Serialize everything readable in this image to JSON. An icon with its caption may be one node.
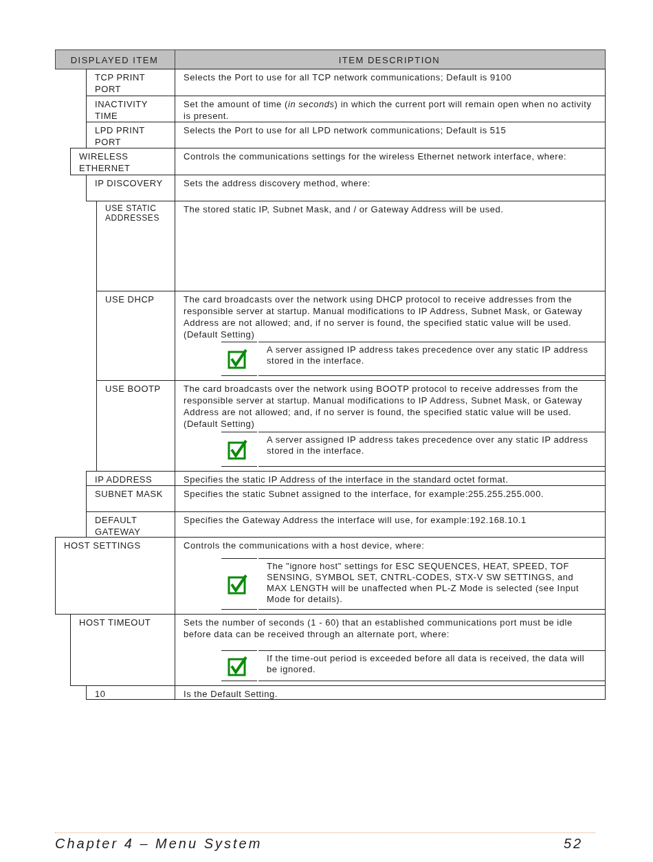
{
  "diagram": {
    "labels": [
      "DISPLAYED ITEM",
      "ITEM DESCRIPTION",
      "TCP PRINT PORT",
      "Selects the Port to use for all TCP network communications; Default is 9100",
      "INACTIVITY TIME",
      "Set the amount of time (*in seconds*) in which the current port will remain open when no activity is present.",
      "LPD PRINT PORT",
      "Selects the Port to use for all LPD network communications; Default is 515",
      "WIRELESS ETHERNET",
      "Controls the communications settings for the wireless Ethernet network interface, where:",
      "IP DISCOVERY",
      "Sets the address discovery method, where:",
      "USE STATIC ADDRESSES",
      "The stored static IP, Subnet Mask, and / or Gateway Address will be used.",
      "USE DHCP",
      "The card broadcasts over the network using DHCP protocol to receive addresses from the responsible server at startup. Manual modifications to IP Address, Subnet Mask, or Gateway Address are not allowed; and, if no server is found, the specified static value will be used. (Default Setting)",
      "A server assigned IP address takes precedence over any static IP address stored in the interface.",
      "USE BOOTP",
      "The card broadcasts over the network using BOOTP protocol to receive addresses from the responsible server at startup. Manual modifications to IP Address, Subnet Mask, or Gateway Address are not allowed; and, if no server is found, the specified static value will be used. (Default Setting)",
      "A server assigned IP address takes precedence over any static IP address stored in the interface.",
      "IP ADDRESS",
      "Specifies the static IP Address of the interface in the standard octet format.",
      "SUBNET MASK",
      "Specifies the static Subnet assigned to the interface, for example:255.255.255.000.",
      "DEFAULT GATEWAY",
      "Specifies the Gateway Address the interface will use, for example:192.168.10.1",
      "HOST SETTINGS",
      "Controls the communications with a host device, where:",
      "The \"ignore host\" settings for ESC SEQUENCES, HEAT, SPEED, TOF SENSING, SYMBOL SET, CNTRL-CODES, STX-V SW SETTINGS, and MAX LENGTH will be unaffected when PL-Z Mode is selected (see Input Mode for details).",
      "HOST TIMEOUT",
      "Sets the number of seconds (1 - 60) that an established communications port must be idle before data can be received through an alternate port, where:",
      "If the time-out period is exceeded before all data is received, the data will be ignored.",
      "10",
      "Is the Default Setting.",
      "Chapter 4 – Menu System",
      "52"
    ]
  }
}
